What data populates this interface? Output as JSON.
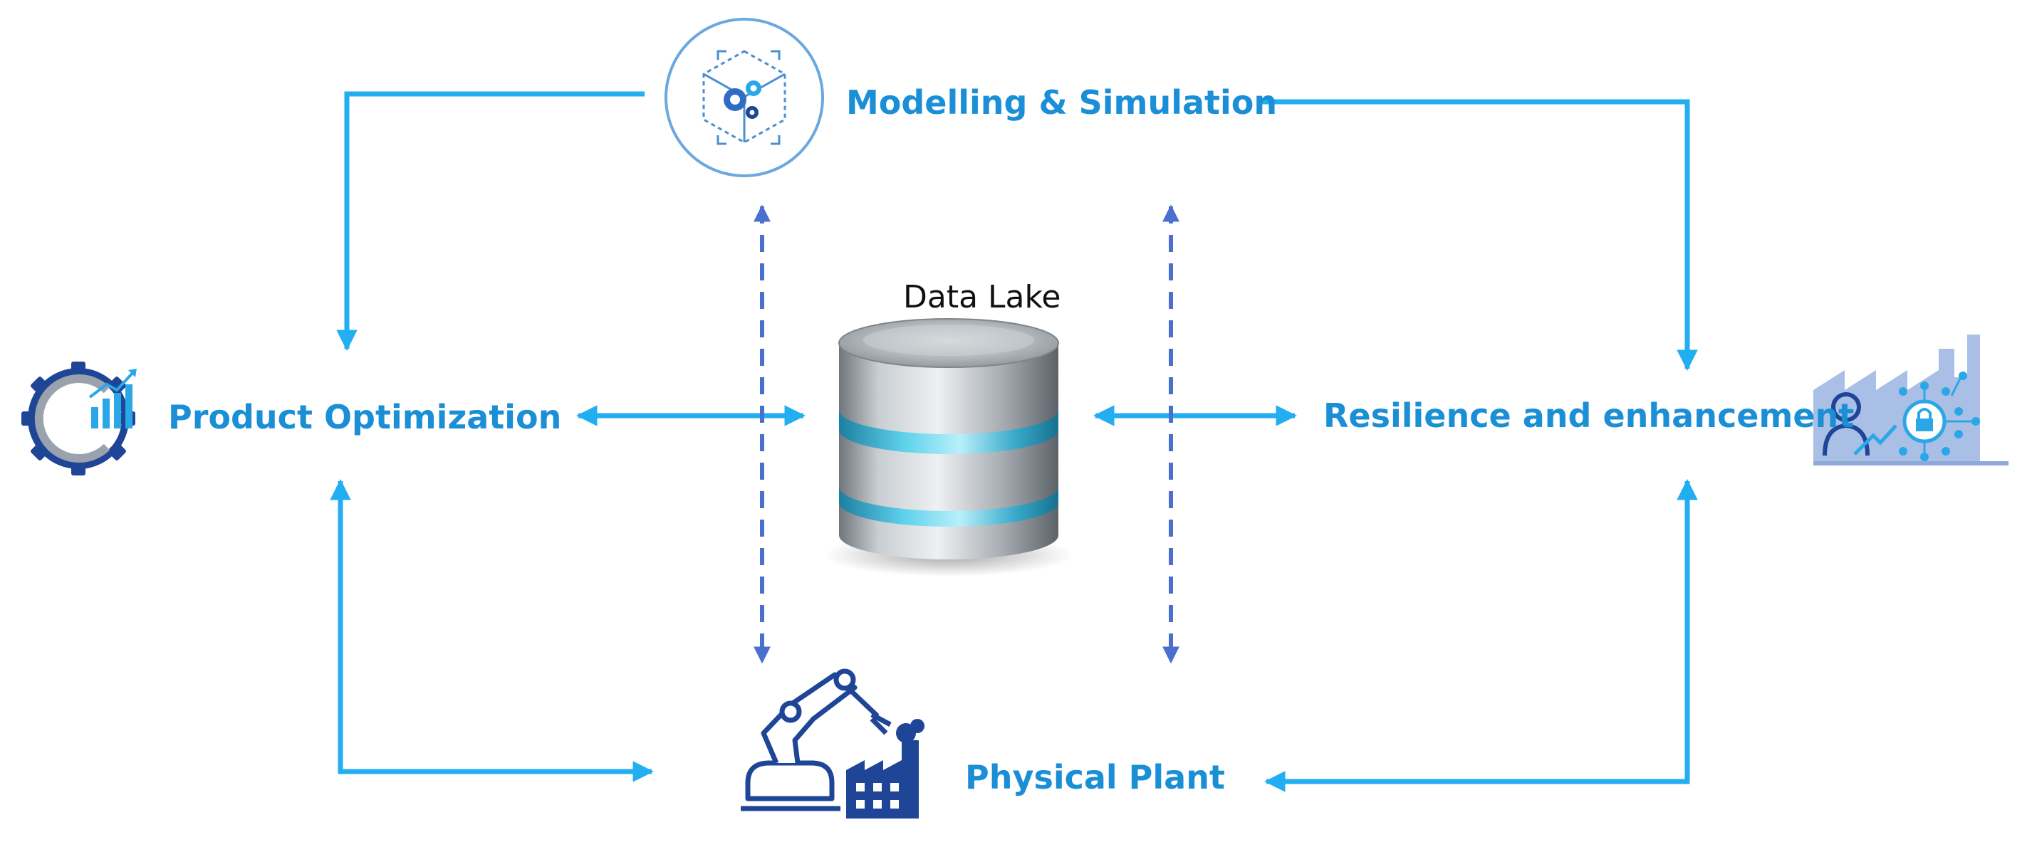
{
  "diagram": {
    "center": {
      "label": "Data Lake"
    },
    "nodes": {
      "top": {
        "label": "Modelling & Simulation"
      },
      "left": {
        "label": "Product Optimization"
      },
      "right": {
        "label": "Resilience and enhancement"
      },
      "bottom": {
        "label": "Physical Plant"
      }
    }
  },
  "colors": {
    "arrow_solid": "#22aef0",
    "arrow_dashed": "#4a6fcf",
    "label": "#1b8fd6",
    "icon_dark": "#1f4596",
    "icon_light": "#2aa7e6",
    "db_teal": "#2fa9c8",
    "db_silver": "#b4babf"
  },
  "icons": {
    "top": "cube-gears-icon",
    "left": "gear-chart-icon",
    "right": "factory-security-icon",
    "bottom": "robot-arm-factory-icon",
    "center": "database-icon"
  }
}
